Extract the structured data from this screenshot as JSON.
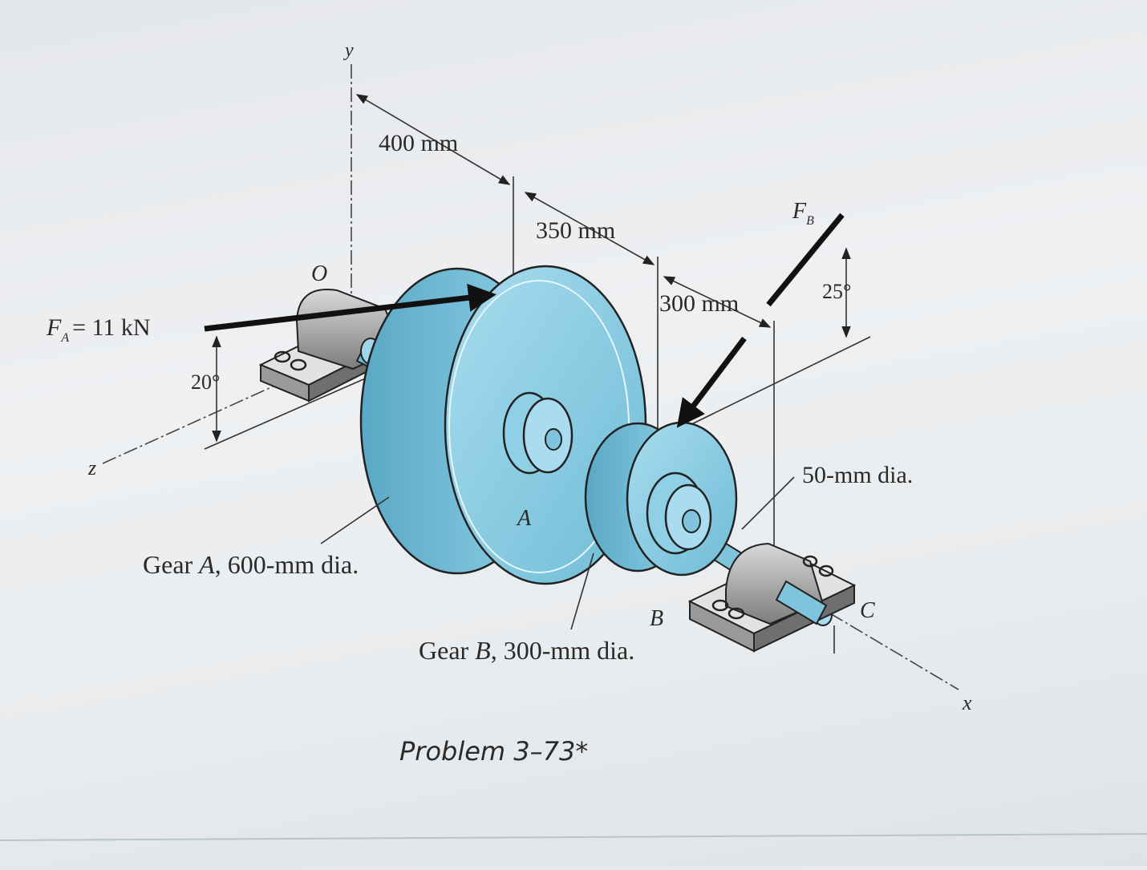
{
  "figure": {
    "axis_y": "y",
    "axis_z": "z",
    "axis_x": "x",
    "point_o": "O",
    "point_c": "C",
    "dim_400": "400 mm",
    "dim_350": "350 mm",
    "dim_300": "300 mm",
    "force_a": "F",
    "force_a_sub": "A",
    "force_a_value": "= 11 kN",
    "force_b": "F",
    "force_b_sub": "B",
    "angle_a": "20°",
    "angle_b": "25°",
    "shaft_dia": "50-mm dia.",
    "gear_a_letter": "A",
    "gear_b_letter": "B",
    "gear_a_label_pre": "Gear ",
    "gear_a_label_letter": "A",
    "gear_a_label_post": ", 600-mm dia.",
    "gear_b_label_pre": "Gear ",
    "gear_b_label_letter": "B",
    "gear_b_label_post": ", 300-mm dia.",
    "caption": "Problem 3–73*"
  },
  "colors": {
    "gear": "#8fd0e6",
    "gear_dark": "#5fb0cc",
    "bearing": "#9a9a9a"
  }
}
